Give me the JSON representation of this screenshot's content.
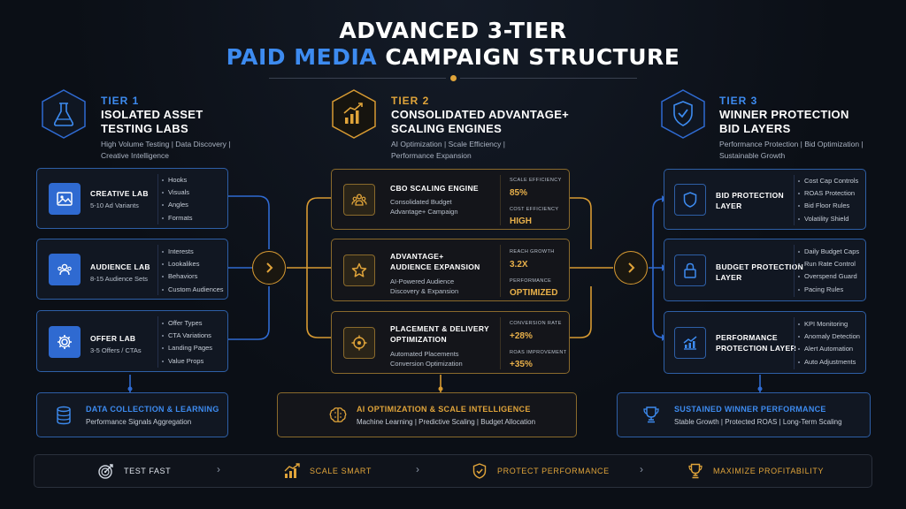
{
  "title": {
    "line1": "ADVANCED 3-TIER",
    "line2_accent": "PAID MEDIA",
    "line2_rest": " CAMPAIGN STRUCTURE"
  },
  "colors": {
    "blue": "#3d8bf0",
    "gold": "#e0a43a",
    "bg": "#0b0f16"
  },
  "tier1": {
    "label": "TIER 1",
    "name_line1": "ISOLATED ASSET",
    "name_line2": "TESTING LABS",
    "desc_line1": "High Volume Testing | Data Discovery |",
    "desc_line2": "Creative Intelligence",
    "icon": "flask-icon",
    "cards": [
      {
        "title": "CREATIVE LAB",
        "sub": "5-10 Ad Variants",
        "icon": "image-icon",
        "bullets": [
          "Hooks",
          "Visuals",
          "Angles",
          "Formats"
        ]
      },
      {
        "title": "AUDIENCE LAB",
        "sub": "8-15 Audience Sets",
        "icon": "people-icon",
        "bullets": [
          "Interests",
          "Lookalikes",
          "Behaviors",
          "Custom Audiences"
        ]
      },
      {
        "title": "OFFER LAB",
        "sub": "3-5 Offers / CTAs",
        "icon": "gear-icon",
        "bullets": [
          "Offer Types",
          "CTA Variations",
          "Landing Pages",
          "Value Props"
        ]
      }
    ],
    "bottom_title": "DATA COLLECTION & LEARNING",
    "bottom_sub": "Performance Signals Aggregation",
    "bottom_icon": "database-icon"
  },
  "tier2": {
    "label": "TIER 2",
    "name_line1": "CONSOLIDATED ADVANTAGE+",
    "name_line2": "SCALING ENGINES",
    "desc_line1": "AI Optimization | Scale Efficiency |",
    "desc_line2": "Performance Expansion",
    "icon": "growth-chart-icon",
    "cards": [
      {
        "title1": "CBO SCALING ENGINE",
        "title2": "",
        "sub1": "Consolidated Budget",
        "sub2": "Advantage+ Campaign",
        "icon": "group-icon",
        "m1_label": "SCALE EFFICIENCY",
        "m1_value": "85%",
        "m2_label": "COST EFFICIENCY",
        "m2_value": "HIGH"
      },
      {
        "title1": "ADVANTAGE+",
        "title2": "AUDIENCE EXPANSION",
        "sub1": "AI-Powered Audience",
        "sub2": "Discovery & Expansion",
        "icon": "star-icon",
        "m1_label": "REACH GROWTH",
        "m1_value": "3.2X",
        "m2_label": "PERFORMANCE",
        "m2_value": "OPTIMIZED"
      },
      {
        "title1": "PLACEMENT & DELIVERY",
        "title2": "OPTIMIZATION",
        "sub1": "Automated Placements",
        "sub2": "Conversion Optimization",
        "icon": "target-icon",
        "m1_label": "CONVERSION RATE",
        "m1_value": "+28%",
        "m2_label": "ROAS IMPROVEMENT",
        "m2_value": "+35%"
      }
    ],
    "bottom_title": "AI OPTIMIZATION & SCALE INTELLIGENCE",
    "bottom_sub": "Machine Learning | Predictive Scaling | Budget Allocation",
    "bottom_icon": "brain-icon"
  },
  "tier3": {
    "label": "TIER 3",
    "name_line1": "WINNER PROTECTION",
    "name_line2": "BID LAYERS",
    "desc_line1": "Performance Protection | Bid Optimization |",
    "desc_line2": "Sustainable Growth",
    "icon": "shield-check-icon",
    "cards": [
      {
        "title1": "BID PROTECTION",
        "title2": "LAYER",
        "icon": "shield-icon",
        "bullets": [
          "Cost Cap Controls",
          "ROAS Protection",
          "Bid Floor Rules",
          "Volatility Shield"
        ]
      },
      {
        "title1": "BUDGET PROTECTION",
        "title2": "LAYER",
        "icon": "lock-icon",
        "bullets": [
          "Daily Budget Caps",
          "Run Rate Control",
          "Overspend Guard",
          "Pacing Rules"
        ]
      },
      {
        "title1": "PERFORMANCE",
        "title2": "PROTECTION LAYER",
        "icon": "trend-up-icon",
        "bullets": [
          "KPI Monitoring",
          "Anomaly Detection",
          "Alert Automation",
          "Auto Adjustments"
        ]
      }
    ],
    "bottom_title": "SUSTAINED WINNER PERFORMANCE",
    "bottom_sub": "Stable Growth | Protected ROAS | Long-Term Scaling",
    "bottom_icon": "trophy-icon"
  },
  "footer": [
    {
      "label": "TEST FAST",
      "icon": "target-arrow-icon"
    },
    {
      "label": "SCALE SMART",
      "icon": "bar-chart-icon"
    },
    {
      "label": "PROTECT PERFORMANCE",
      "icon": "shield-check-icon"
    },
    {
      "label": "MAXIMIZE PROFITABILITY",
      "icon": "trophy-icon"
    }
  ]
}
